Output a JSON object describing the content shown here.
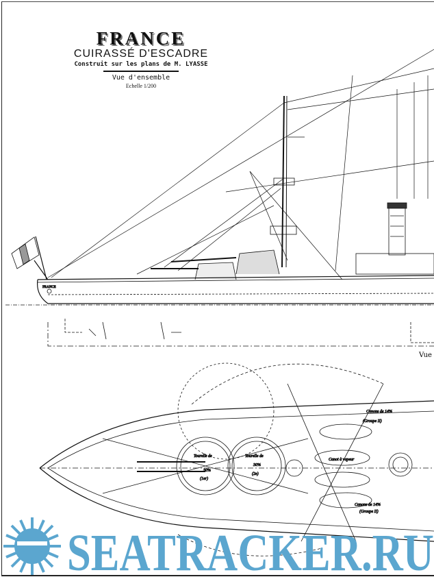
{
  "title": {
    "name": "FRANCE",
    "type": "CUIRASSÉ D'ESCADRE",
    "built": "Construit sur les plans de M. LYASSE",
    "view": "Vue d'ensemble",
    "scale": "Echelle 1/200"
  },
  "profile": {
    "stern_label": "FRANCE"
  },
  "plan": {
    "partial_heading": "Vue é",
    "turret_1": "Tourelle de",
    "turret_1_cal": "30%",
    "turret_1_no": "(1er)",
    "turret_2": "Tourelle de",
    "turret_2_cal": "30%",
    "turret_2_no": "(2e)",
    "steam_boat": "Canot à vapeur",
    "gun_top": "Canons de 14%",
    "group_top": "(Groupe II)",
    "gun_bottom": "Canons de 14%",
    "group_bottom": "(Groupe II)"
  },
  "watermark": {
    "text": "SEATRACKER.RU",
    "color": "#5ba6cf"
  }
}
